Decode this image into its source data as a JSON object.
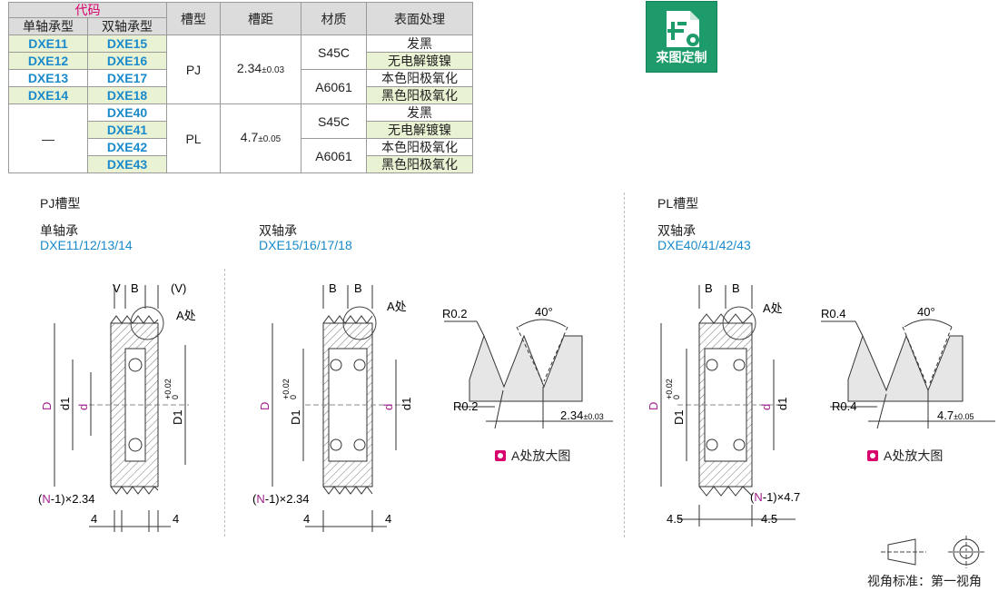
{
  "table": {
    "header_code": "代码",
    "header_single": "单轴承型",
    "header_double": "双轴承型",
    "header_groove": "槽型",
    "header_pitch": "槽距",
    "header_material": "材质",
    "header_surface": "表面处理",
    "pj": {
      "single": [
        "DXE11",
        "DXE12",
        "DXE13",
        "DXE14"
      ],
      "double": [
        "DXE15",
        "DXE16",
        "DXE17",
        "DXE18"
      ],
      "groove": "PJ",
      "pitch": "2.34",
      "pitch_tol": "±0.03",
      "materials": [
        "S45C",
        "A6061"
      ],
      "surfaces": [
        "发黑",
        "无电解镀镍",
        "本色阳极氧化",
        "黑色阳极氧化"
      ]
    },
    "pl": {
      "single": "—",
      "double": [
        "DXE40",
        "DXE41",
        "DXE42",
        "DXE43"
      ],
      "groove": "PL",
      "pitch": "4.7",
      "pitch_tol": "±0.05",
      "materials": [
        "S45C",
        "A6061"
      ],
      "surfaces": [
        "发黑",
        "无电解镀镍",
        "本色阳极氧化",
        "黑色阳极氧化"
      ]
    }
  },
  "custom_badge": "来图定制",
  "pj_section": {
    "title": "PJ槽型",
    "single_label": "单轴承",
    "single_codes": "DXE11/12/13/14",
    "double_label": "双轴承",
    "double_codes": "DXE15/16/17/18"
  },
  "pl_section": {
    "title": "PL槽型",
    "double_label": "双轴承",
    "double_codes": "DXE40/41/42/43"
  },
  "drawing_labels": {
    "V": "V",
    "B": "B",
    "V_paren": "(V)",
    "A_spot": "A处",
    "D": "D",
    "d": "d",
    "d1": "d1",
    "D1": "D1",
    "tol_plus": "+0.02",
    "tol_zero": "0",
    "n_minus": "N",
    "pj_pitch_formula": "-1)×2.34",
    "pl_pitch_formula": "-1)×4.7",
    "dim_4": "4",
    "dim_4_5": "4.5"
  },
  "detail_pj": {
    "r_top": "R0.2",
    "r_bottom": "R0.2",
    "angle": "40°",
    "pitch": "2.34",
    "pitch_tol": "±0.03",
    "caption": "A处放大图"
  },
  "detail_pl": {
    "r_top": "R0.4",
    "r_bottom": "R0.4",
    "angle": "40°",
    "pitch": "4.7",
    "pitch_tol": "±0.05",
    "caption": "A处放大图"
  },
  "view_standard": "视角标准：第一视角",
  "colors": {
    "accent": "#d8006c",
    "code_blue": "#1a8acb",
    "band_green": "#e9f3d3",
    "badge_green": "#1e9b6a"
  }
}
